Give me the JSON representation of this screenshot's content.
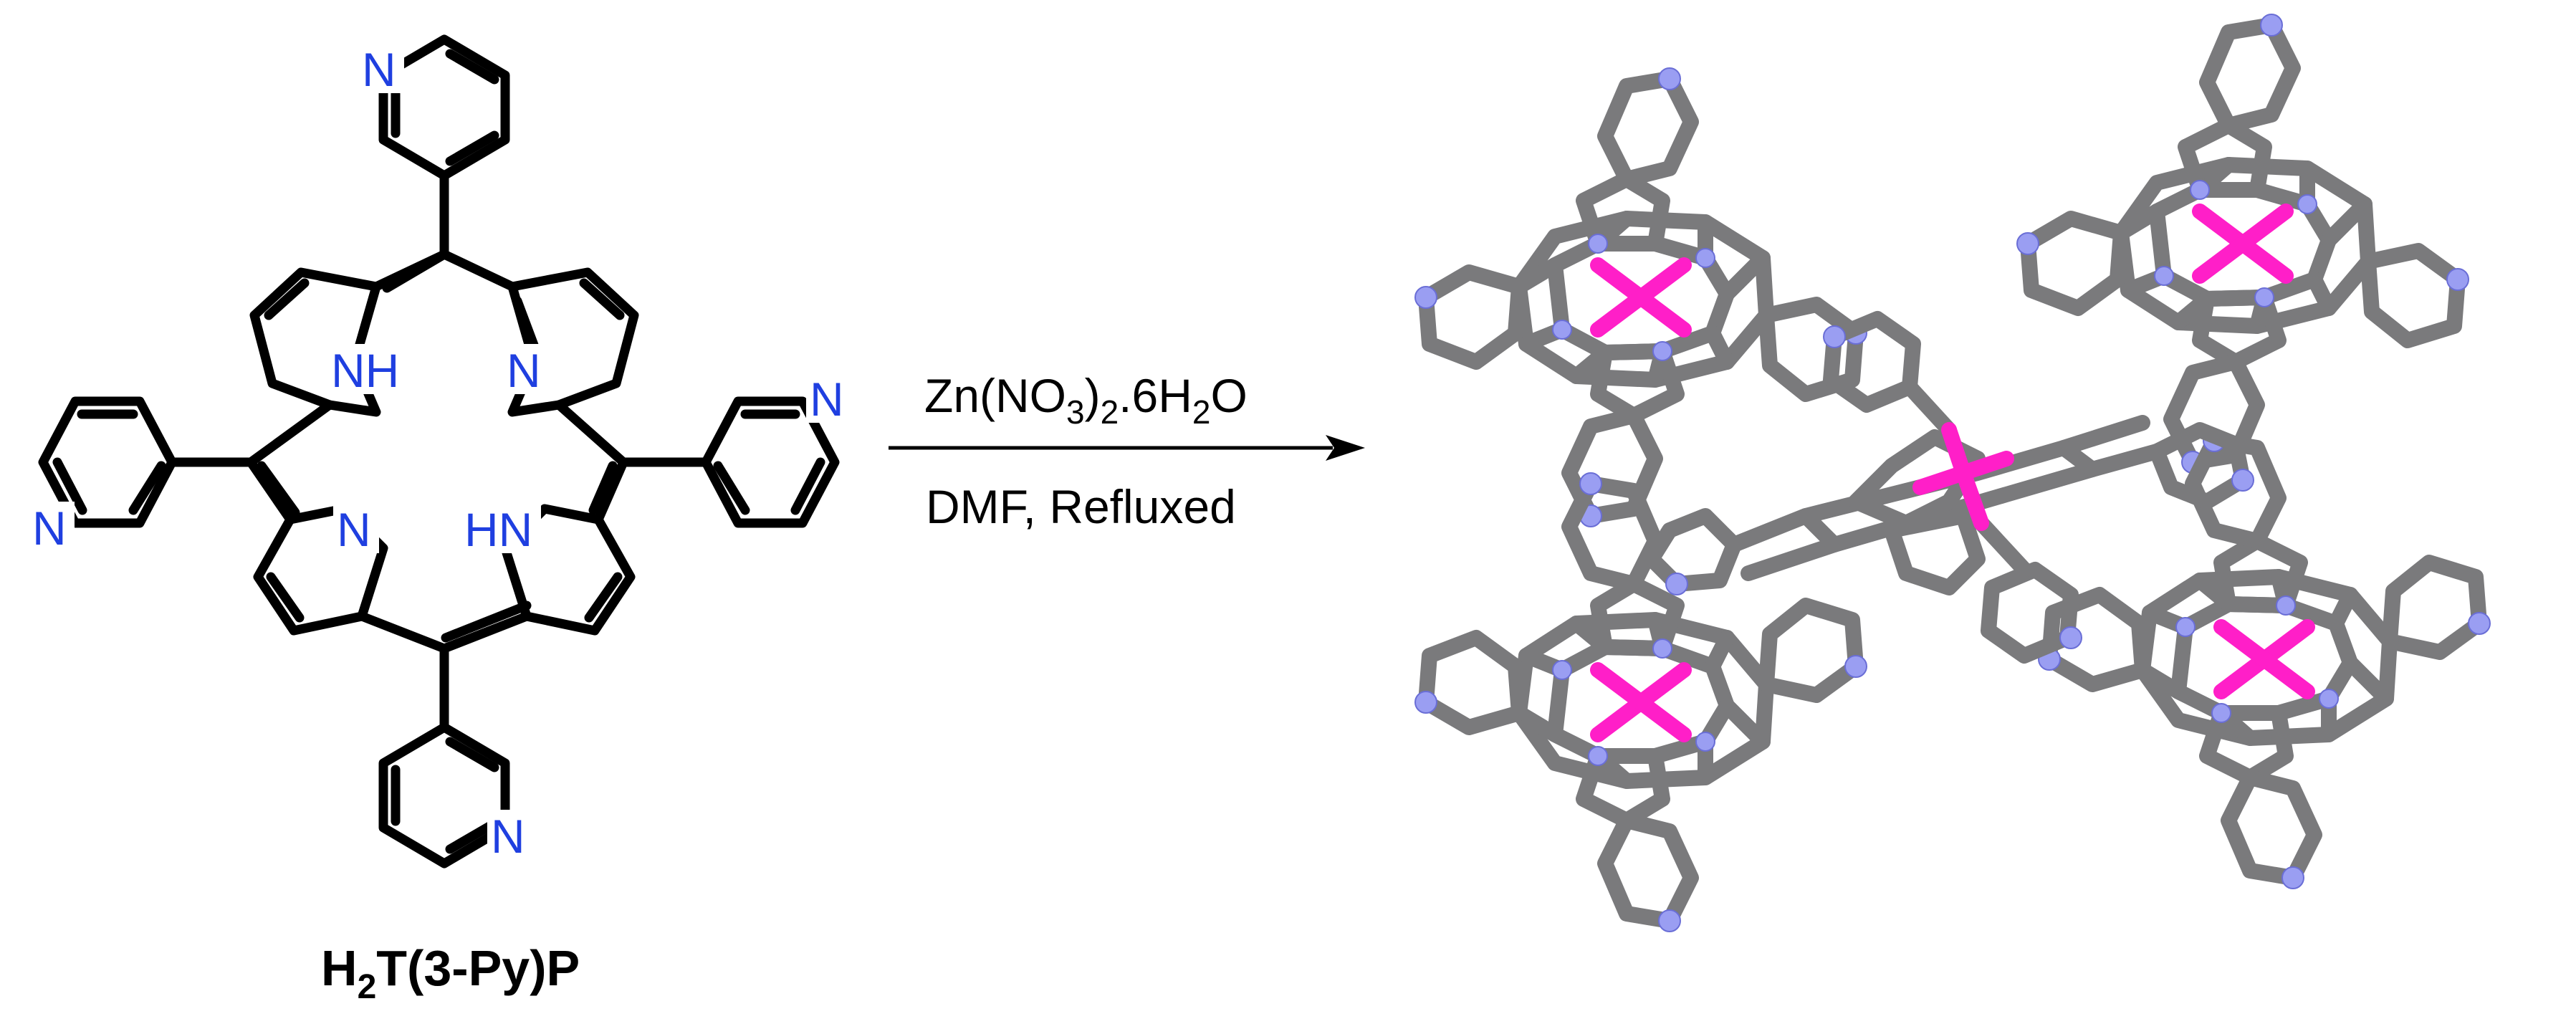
{
  "molecule": {
    "name_main": "H",
    "name_sub_2": "2",
    "name_rest": "T(3-Py)P",
    "atom_N": "N",
    "atom_NH": "NH",
    "atom_HN": "HN"
  },
  "reaction": {
    "reagent_prefix": "Zn(NO",
    "reagent_sub_3": "3",
    "reagent_mid": ")",
    "reagent_sub_2a": "2",
    "reagent_hydrate": ".6H",
    "reagent_sub_2b": "2",
    "reagent_suffix": "O",
    "conditions": "DMF, Refluxed"
  },
  "colors": {
    "bond": "#000000",
    "nitrogen_label": "#1f3fe0",
    "carbon_stick": "#7a7a7c",
    "nitrogen_stick": "#9a9ef2",
    "zinc": "#ff1fc8"
  }
}
